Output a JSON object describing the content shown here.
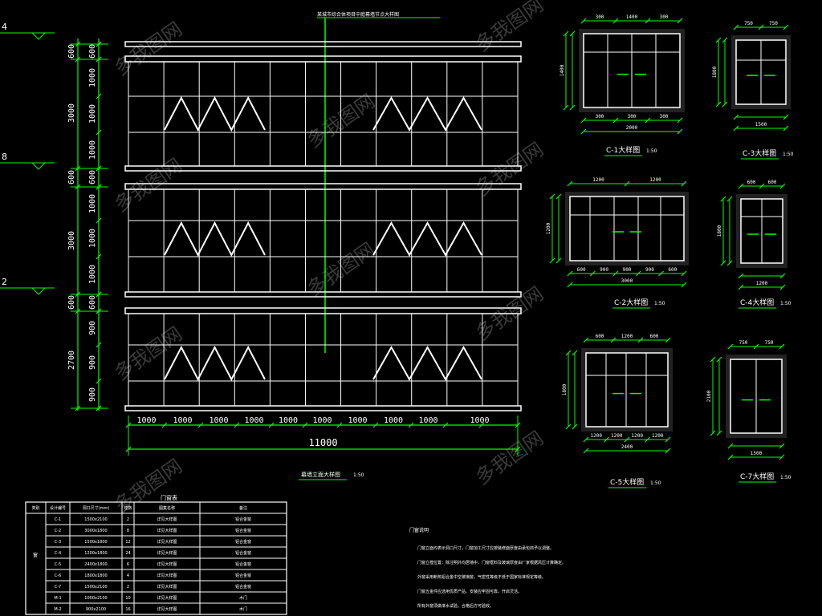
{
  "colors": {
    "background": "#000000",
    "frame": "#ffffff",
    "dimension": "#00ff00",
    "text": "#ffffff",
    "watermark": "#3a3a3a"
  },
  "elevation": {
    "title_caption": "某城市综合体项目中庭幕墙节点大样图",
    "title": "幕墙立面大样图",
    "scale": "1:50",
    "total_width": "11000",
    "module_widths": [
      "1000",
      "1000",
      "1000",
      "1000",
      "1000",
      "1000",
      "1000",
      "1000",
      "1000",
      "1000"
    ],
    "level_marks": [
      "4",
      "8",
      "2"
    ],
    "vertical_segments": [
      "600",
      "1000",
      "1000",
      "1000",
      "600",
      "1000",
      "1000",
      "1000",
      "600",
      "900",
      "900",
      "900"
    ],
    "floor_totals": [
      "3000",
      "3000",
      "2700"
    ],
    "top_dim": "600"
  },
  "window_details": [
    {
      "id": "C-1",
      "label": "C-1大样图",
      "scale": "1:50",
      "top_dims": [
        "300",
        "1400",
        "300"
      ],
      "bottom_dims": [
        "300",
        "300",
        "300"
      ],
      "total": "2000",
      "side": "1400"
    },
    {
      "id": "C-3",
      "label": "C-3大样图",
      "scale": "1:50",
      "top_dims": [
        "750",
        "750"
      ],
      "bottom_dims": [],
      "total": "1500",
      "side": "1800"
    },
    {
      "id": "C-2",
      "label": "C-2大样图",
      "scale": "1:50",
      "top_dims": [
        "1200",
        "1200"
      ],
      "bottom_dims": [
        "600",
        "900",
        "900",
        "900",
        "600"
      ],
      "total": "3000",
      "side": "1200"
    },
    {
      "id": "C-4",
      "label": "C-4大样图",
      "scale": "1:50",
      "top_dims": [
        "600",
        "600"
      ],
      "bottom_dims": [],
      "total": "1200",
      "side": "1800"
    },
    {
      "id": "C-5",
      "label": "C-5大样图",
      "scale": "1:50",
      "top_dims": [
        "600",
        "1200",
        "600"
      ],
      "bottom_dims": [
        "1200",
        "1200",
        "1200",
        "1200"
      ],
      "total": "2400",
      "side": "1800"
    },
    {
      "id": "C-7",
      "label": "C-7大样图",
      "scale": "1:50",
      "top_dims": [
        "750",
        "750"
      ],
      "bottom_dims": [],
      "total": "1500",
      "side": "2100"
    }
  ],
  "schedule": {
    "title": "门窗表",
    "headers": [
      "类别",
      "设计编号",
      "洞口尺寸(mm)",
      "樘数",
      "图集名称",
      "备注"
    ],
    "category": "窗",
    "rows": [
      [
        "C-1",
        "1500x2100",
        "2",
        "详见大样图",
        "铝合金窗"
      ],
      [
        "C-2",
        "3000x1800",
        "8",
        "详见大样图",
        "铝合金窗"
      ],
      [
        "C-3",
        "1500x1800",
        "12",
        "详见大样图",
        "铝合金窗"
      ],
      [
        "C-4",
        "1200x1800",
        "24",
        "详见大样图",
        "铝合金窗"
      ],
      [
        "C-5",
        "2400x1800",
        "6",
        "详见大样图",
        "铝合金窗"
      ],
      [
        "C-6",
        "1800x1800",
        "4",
        "详见大样图",
        "铝合金窗"
      ],
      [
        "C-7",
        "1500x2100",
        "2",
        "详见大样图",
        "铝合金窗"
      ],
      [
        "M-1",
        "1000x2100",
        "10",
        "详见大样图",
        "木门"
      ],
      [
        "M-2",
        "900x2100",
        "16",
        "详见大样图",
        "木门"
      ]
    ]
  },
  "notes": {
    "title": "门窗说明",
    "lines": [
      "门窗立面均表示洞口尺寸，门窗加工尺寸应按装修面厚度由承包商予以调整。",
      "门窗立樘位置：除注明外均居墙中，门窗框料及玻璃厚度由厂家根据风压计算确定。",
      "外窗采用断热铝合金中空玻璃窗，气密性等级不低于国家标准规定等级。",
      "门窗五金件应选用优质产品，安装应牢固可靠，开启灵活。",
      "所有外窗须做淋水试验，合格后方可验收。"
    ]
  },
  "watermark": "多我图网"
}
